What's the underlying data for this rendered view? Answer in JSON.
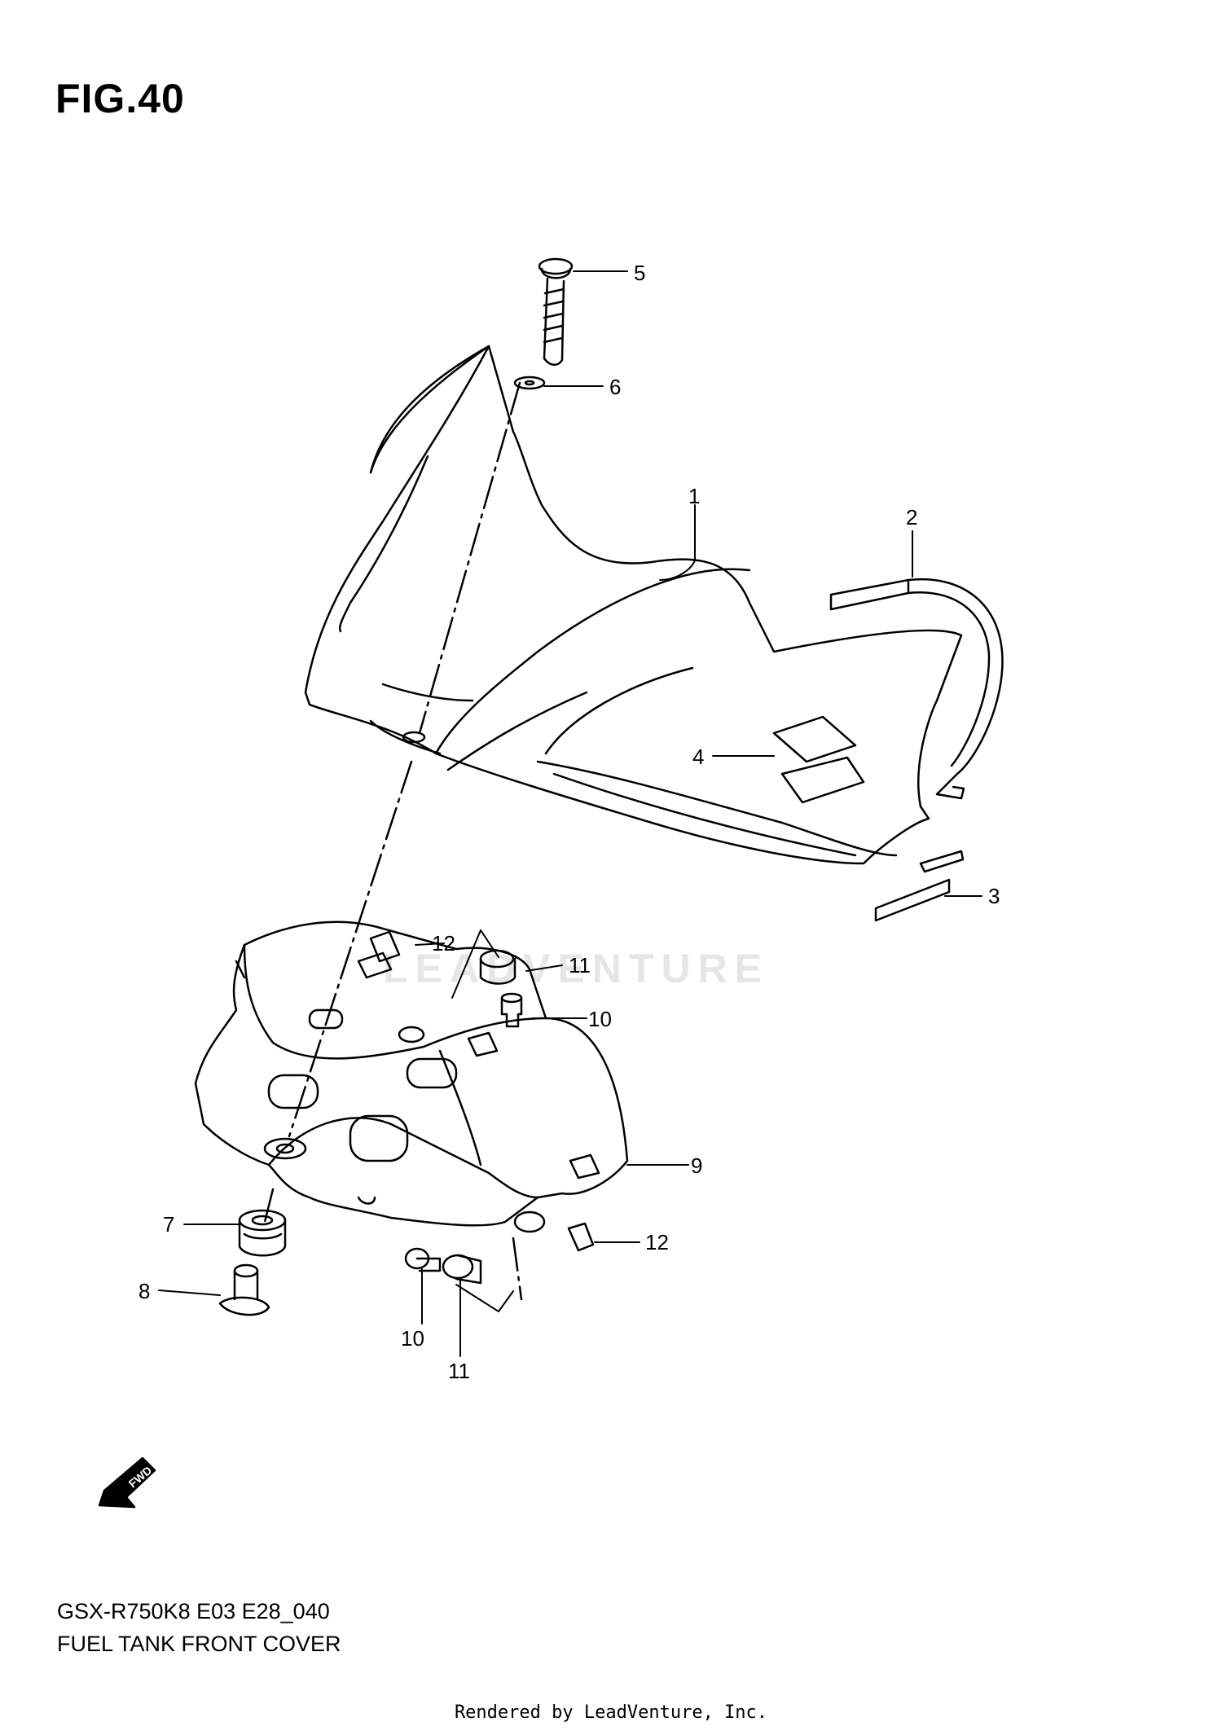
{
  "figure": {
    "title": "FIG.40"
  },
  "callouts": [
    {
      "id": "1",
      "label": "1"
    },
    {
      "id": "2",
      "label": "2"
    },
    {
      "id": "3",
      "label": "3"
    },
    {
      "id": "4",
      "label": "4"
    },
    {
      "id": "5",
      "label": "5"
    },
    {
      "id": "6",
      "label": "6"
    },
    {
      "id": "7",
      "label": "7"
    },
    {
      "id": "8",
      "label": "8"
    },
    {
      "id": "9",
      "label": "9"
    },
    {
      "id": "10a",
      "label": "10"
    },
    {
      "id": "10b",
      "label": "10"
    },
    {
      "id": "11a",
      "label": "11"
    },
    {
      "id": "11b",
      "label": "11"
    },
    {
      "id": "12a",
      "label": "12"
    },
    {
      "id": "12b",
      "label": "12"
    }
  ],
  "direction_badge": {
    "text": "FWD",
    "icon": "forward-arrow-icon"
  },
  "watermark": {
    "text": "LEADVENTURE"
  },
  "footer": {
    "code": "GSX-R750K8 E03 E28_040",
    "name": "FUEL TANK FRONT COVER",
    "rendered_by": "Rendered by LeadVenture, Inc."
  },
  "colors": {
    "line": "#000000",
    "background": "#ffffff",
    "watermark": "#e6e6e6"
  }
}
